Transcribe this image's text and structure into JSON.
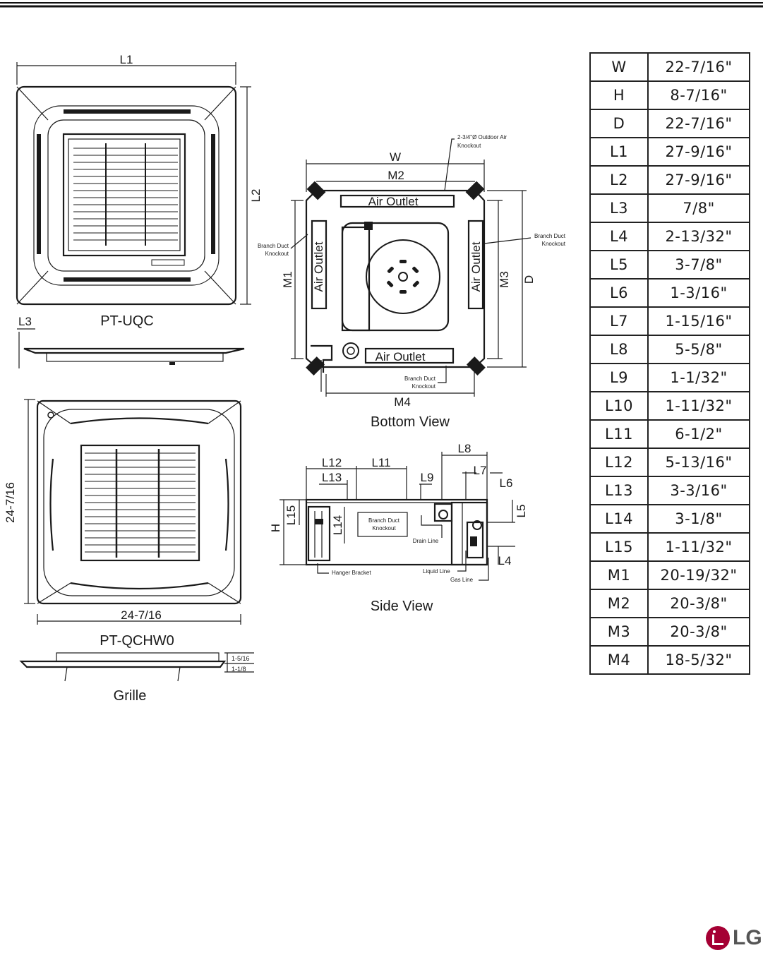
{
  "cassette_views": {
    "top_model": "PT-UQC",
    "top_labels": {
      "l1": "L1",
      "l2": "L2",
      "l3": "L3"
    },
    "grille_model": "PT-QCHW0",
    "grille_dim_w": "24-7/16",
    "grille_dim_h": "24-7/16",
    "grille_title": "Grille",
    "grille_side_1": "1-5/16",
    "grille_side_2": "1-1/8"
  },
  "bottom_view": {
    "title": "Bottom View",
    "labels": {
      "w": "W",
      "m2": "M2",
      "m1": "M1",
      "m3": "M3",
      "d": "D",
      "m4": "M4"
    },
    "outdoor_air": [
      "2-3/4\"Ø Outdoor Air",
      "Knockout"
    ],
    "branch_left": [
      "Branch Duct",
      "Knockout"
    ],
    "branch_right": [
      "Branch Duct",
      "Knockout"
    ],
    "branch_bottom": [
      "Branch Duct",
      "Knockout"
    ],
    "air_outlet": "Air Outlet"
  },
  "side_view": {
    "title": "Side View",
    "labels": {
      "l12": "L12",
      "l11": "L11",
      "l13": "L13",
      "l9": "L9",
      "l8": "L8",
      "l7": "L7",
      "l6": "L6",
      "l15": "L15",
      "l14": "L14",
      "h": "H",
      "l5": "L5",
      "l4": "L4"
    },
    "branch": [
      "Branch Duct",
      "Knockout"
    ],
    "drain_line": "Drain Line",
    "hanger_bracket": "Hanger Bracket",
    "liquid_line": "Liquid Line",
    "gas_line": "Gas Line"
  },
  "dimensions": [
    {
      "key": "W",
      "value": "22-7/16\""
    },
    {
      "key": "H",
      "value": "8-7/16\""
    },
    {
      "key": "D",
      "value": "22-7/16\""
    },
    {
      "key": "L1",
      "value": "27-9/16\""
    },
    {
      "key": "L2",
      "value": "27-9/16\""
    },
    {
      "key": "L3",
      "value": "7/8\""
    },
    {
      "key": "L4",
      "value": "2-13/32\""
    },
    {
      "key": "L5",
      "value": "3-7/8\""
    },
    {
      "key": "L6",
      "value": "1-3/16\""
    },
    {
      "key": "L7",
      "value": "1-15/16\""
    },
    {
      "key": "L8",
      "value": "5-5/8\""
    },
    {
      "key": "L9",
      "value": "1-1/32\""
    },
    {
      "key": "L10",
      "value": "1-11/32\""
    },
    {
      "key": "L11",
      "value": "6-1/2\""
    },
    {
      "key": "L12",
      "value": "5-13/16\""
    },
    {
      "key": "L13",
      "value": "3-3/16\""
    },
    {
      "key": "L14",
      "value": "3-1/8\""
    },
    {
      "key": "L15",
      "value": "1-11/32\""
    },
    {
      "key": "M1",
      "value": "20-19/32\""
    },
    {
      "key": "M2",
      "value": "20-3/8\""
    },
    {
      "key": "M3",
      "value": "20-3/8\""
    },
    {
      "key": "M4",
      "value": "18-5/32\""
    }
  ],
  "brand": {
    "text": "LG",
    "color": "#a50034"
  }
}
